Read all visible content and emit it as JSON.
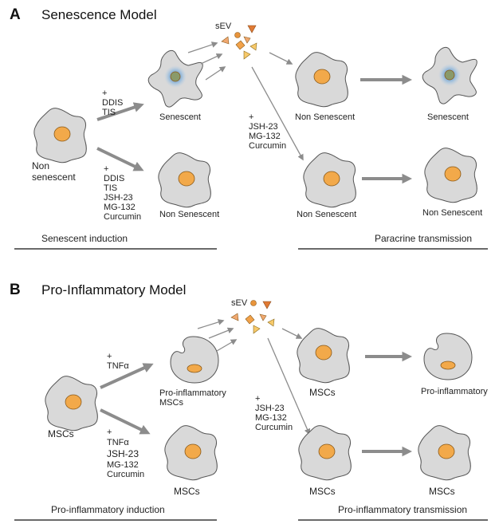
{
  "panel_a": {
    "letter": "A",
    "title": "Senescence Model",
    "sev_label": "sEV",
    "start_cell_label_line1": "Non",
    "start_cell_label_line2": "senescent",
    "upper_treatment": [
      "+",
      "DDIS",
      "TIS"
    ],
    "lower_treatment": [
      "+",
      "DDIS",
      "TIS",
      "JSH-23",
      "MG-132",
      "Curcumin"
    ],
    "upper_mid_label": "Senescent",
    "lower_mid_label": "Non Senescent",
    "paracrine_treatment": [
      "+",
      "JSH-23",
      "MG-132",
      "Curcumin"
    ],
    "upper_recipient_label": "Non Senescent",
    "upper_result_label": "Senescent",
    "lower_recipient_label": "Non Senescent",
    "lower_result_label": "Non Senescent",
    "left_section": "Senescent induction",
    "right_section": "Paracrine transmission"
  },
  "panel_b": {
    "letter": "B",
    "title": "Pro-Inflammatory Model",
    "sev_label": "sEV",
    "start_cell_label": "MSCs",
    "upper_treatment": [
      "+",
      "TNFα"
    ],
    "lower_treatment": [
      "+",
      "TNFα",
      "JSH-23",
      "MG-132",
      "Curcumin"
    ],
    "upper_mid_label_line1": "Pro-inflammatory",
    "upper_mid_label_line2": "MSCs",
    "lower_mid_label": "MSCs",
    "paracrine_treatment": [
      "+",
      "JSH-23",
      "MG-132",
      "Curcumin"
    ],
    "upper_recipient_label": "MSCs",
    "upper_result_label": "Pro-inflammatory",
    "lower_recipient_label": "MSCs",
    "lower_result_label": "MSCs",
    "left_section": "Pro-inflammatory induction",
    "right_section": "Pro-inflammatory transmission"
  },
  "colors": {
    "cell_fill": "#d9d9d9",
    "nucleus": "#f2a94a",
    "arrow": "#8c8c8c",
    "senescence_halo": "#6fa8dc",
    "vesicle_dark": "#e08a3c",
    "vesicle_light": "#f7c96a"
  }
}
